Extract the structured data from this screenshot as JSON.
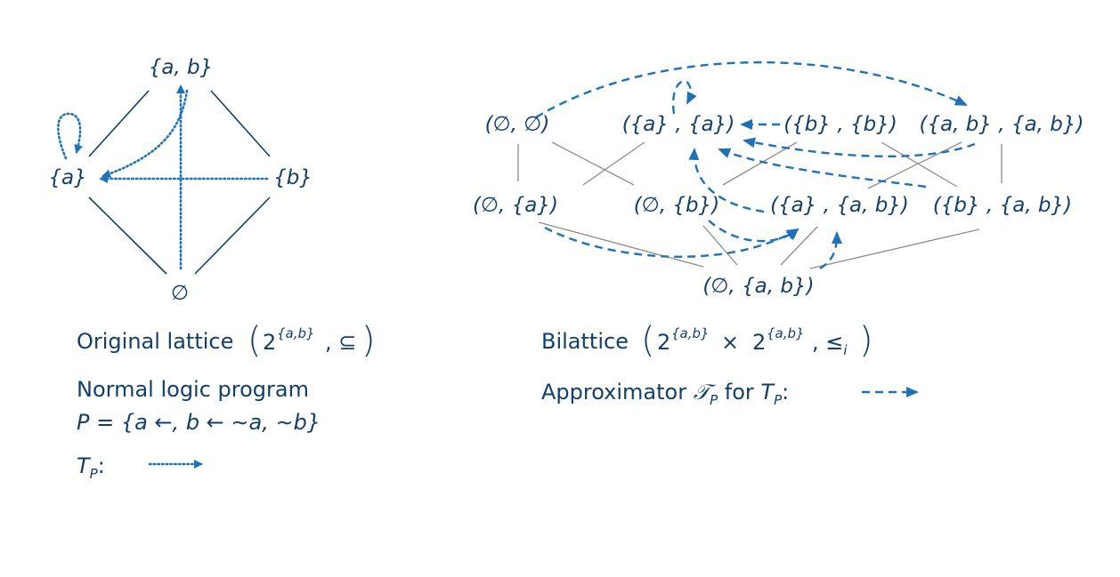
{
  "lattice": {
    "nodes": {
      "top": "{a, b}",
      "a": "{a}",
      "b": "{b}",
      "bottom": "∅"
    },
    "caption_original": "Original lattice",
    "caption_powerset_base": "2",
    "caption_powerset_exp": "{a,b}",
    "caption_subset": ", ⊆",
    "program_title": "Normal logic program",
    "program_rules": "P = {a ←,    b ← ∼a, ∼b}",
    "tp_label": "T",
    "tp_sub": "P",
    "tp_colon": ":"
  },
  "bilattice": {
    "nodes": {
      "empty_empty": "(∅, ∅)",
      "a_a": "({a} , {a})",
      "b_b": "({b} , {b})",
      "ab_ab": "({a, b} , {a, b})",
      "empty_a": "(∅, {a})",
      "empty_b": "(∅, {b})",
      "a_ab": "({a} , {a, b})",
      "b_ab": "({b} , {a, b})",
      "empty_ab": "(∅, {a, b})"
    },
    "caption_bilattice": "Bilattice",
    "caption_base1": "2",
    "caption_exp1": "{a,b}",
    "caption_times": " × ",
    "caption_base2": "2",
    "caption_exp2": "{a,b}",
    "caption_order": ", ≤",
    "caption_order_sub": "i",
    "approx_text": "Approximator ",
    "approx_symbol": "𝒯",
    "approx_symbol_sub": "P",
    "approx_for": " for ",
    "approx_tp": "T",
    "approx_tp_sub": "P",
    "approx_colon": ":"
  },
  "colors": {
    "text": "#123f6b",
    "arrow": "#1f72b8",
    "lattice_line": "#123f6b",
    "bilattice_line": "#8c8c8c"
  }
}
